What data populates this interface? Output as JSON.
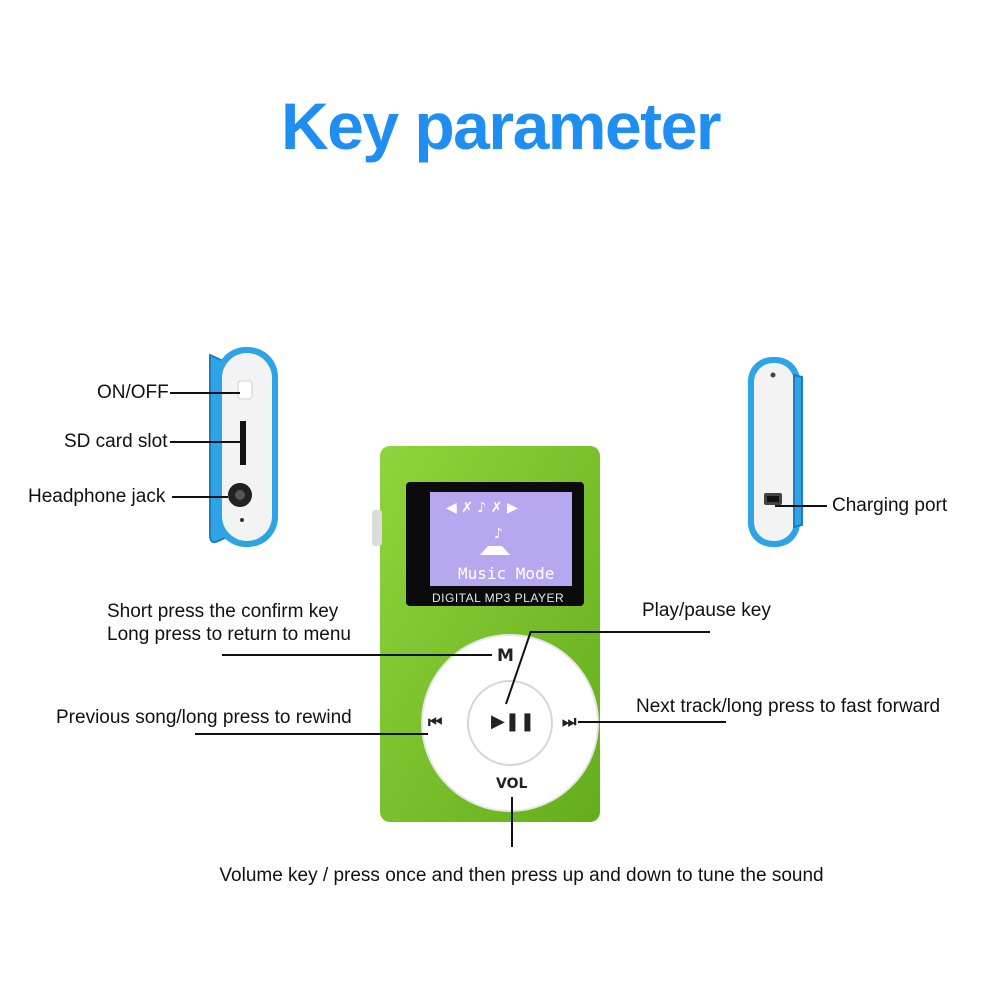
{
  "title": "Key parameter",
  "colors": {
    "title": "#1f8ef0",
    "player_body": "#7cc62a",
    "side_edge": "#2ea3e6",
    "screen_bg": "#b5a8ee",
    "screen_frame": "#0b0b0b",
    "label_text": "#111111"
  },
  "labels": {
    "on_off": "ON/OFF",
    "sd_card_slot": "SD card slot",
    "headphone_jack": "Headphone jack",
    "charging_port": "Charging port",
    "confirm_line1": "Short press the confirm key",
    "confirm_line2": "Long press to return to menu",
    "play_pause": "Play/pause key",
    "previous": "Previous song/long press to rewind",
    "next": "Next track/long press to fast forward",
    "volume": "Volume key / press once and then press up and down to tune the sound"
  },
  "device": {
    "screen_text": "Music Mode",
    "brand_text": "DIGITAL MP3 PLAYER",
    "buttons": {
      "menu": "M",
      "volume": "VOL",
      "prev_icon": "⏮",
      "next_icon": "⏭",
      "play_pause_icon": "▶❚❚"
    }
  }
}
